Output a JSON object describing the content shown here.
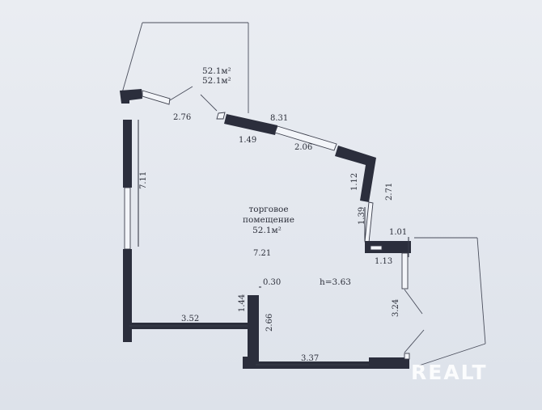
{
  "plan": {
    "area_top_1": "52.1м²",
    "area_top_2": "52.1м²",
    "room_name_line1": "торговое",
    "room_name_line2": "помещение",
    "room_area": "52.1м²",
    "ceiling_height": "h=3.63",
    "dimensions": {
      "d_2_76": "2.76",
      "d_8_31": "8.31",
      "d_1_49": "1.49",
      "d_2_06": "2.06",
      "d_7_11": "7.11",
      "d_1_12": "1.12",
      "d_2_71": "2.71",
      "d_1_39": "1.39",
      "d_1_01": "1.01",
      "d_1_13": "1.13",
      "d_7_21": "7.21",
      "d_0_30": "0.30",
      "d_1_44": "1.44",
      "d_3_52": "3.52",
      "d_2_66": "2.66",
      "d_3_24": "3.24",
      "d_3_37": "3.37"
    }
  },
  "watermark": {
    "brand": "REALT"
  }
}
